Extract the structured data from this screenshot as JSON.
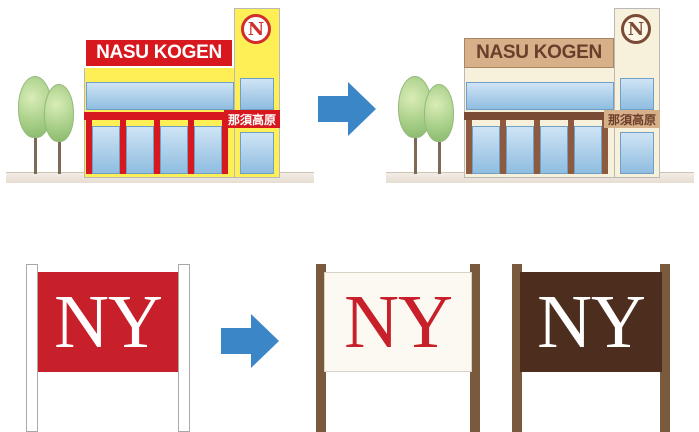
{
  "building_before": {
    "sign_text": "NASU KOGEN",
    "logo_letter": "N",
    "kanji_text": "那須高原",
    "colors": {
      "body": "#ffef57",
      "accent": "#d7191f"
    }
  },
  "building_after": {
    "sign_text": "NASU KOGEN",
    "logo_letter": "N",
    "kanji_text": "那須高原",
    "colors": {
      "body": "#f7f1db",
      "accent": "#7b4a35",
      "sign": "#d6b088"
    }
  },
  "arrows": [
    {
      "icon": "arrow-right-icon",
      "color": "#3b86c6"
    },
    {
      "icon": "arrow-right-icon",
      "color": "#3b86c6"
    }
  ],
  "signs": [
    {
      "text": "NY",
      "board_color": "#c8202a",
      "text_color": "#ffffff",
      "pole_color": "#ffffff"
    },
    {
      "text": "NY",
      "board_color": "#fbf9f2",
      "text_color": "#c8202a",
      "pole_color": "#7a5a3c"
    },
    {
      "text": "NY",
      "board_color": "#4d2e1e",
      "text_color": "#ffffff",
      "pole_color": "#7a5a3c"
    }
  ]
}
